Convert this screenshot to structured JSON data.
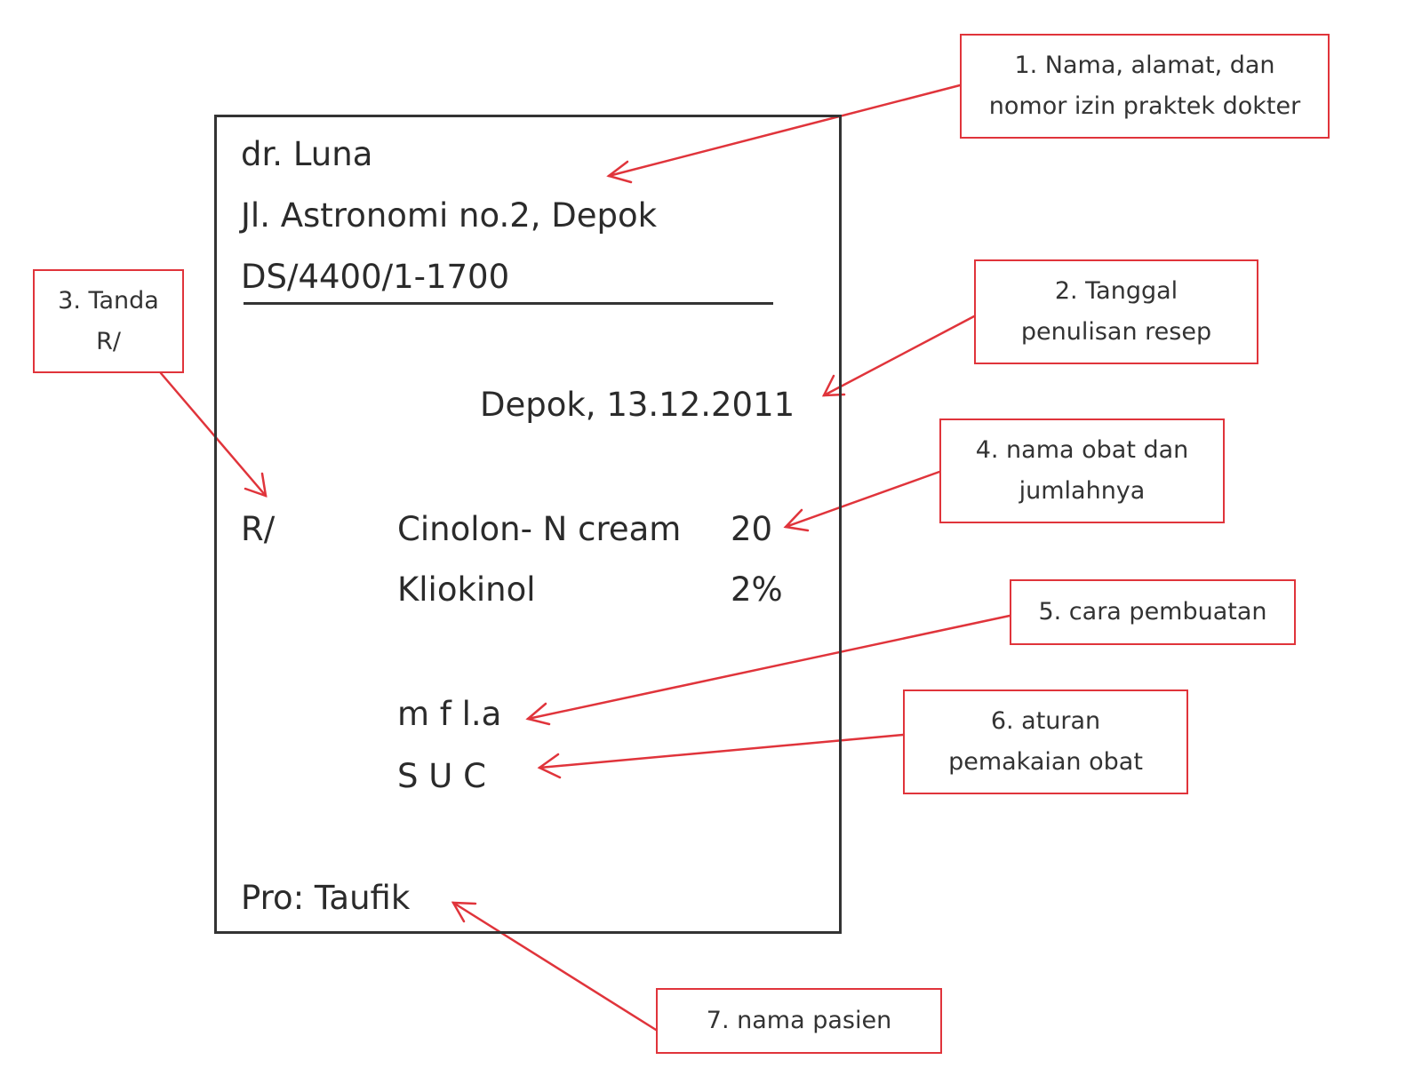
{
  "prescription": {
    "doctor_name": "dr. Luna",
    "address": "Jl. Astronomi  no.2, Depok",
    "license": "DS/4400/1-1700",
    "date_line": "Depok, 13.12.2011",
    "recipe_sign": "R/",
    "drug_1": "Cinolon-  N cream",
    "drug_1_amount": "20",
    "drug_2": "Kliokinol",
    "drug_2_amount": "2%",
    "preparation": "m f l.a",
    "usage": "S U C",
    "patient": "Pro: Taufik"
  },
  "callouts": {
    "c1": [
      "1. Nama, alamat, dan",
      "nomor izin praktek dokter"
    ],
    "c2": [
      "2. Tanggal",
      "penulisan resep"
    ],
    "c3": [
      "3. Tanda",
      "R/"
    ],
    "c4": [
      "4. nama obat dan",
      "jumlahnya"
    ],
    "c5": [
      "5. cara pembuatan"
    ],
    "c6": [
      "6. aturan",
      "pemakaian obat"
    ],
    "c7": [
      "7. nama pasien"
    ]
  },
  "colors": {
    "callout_red": "#e0343b",
    "text": "#2b2b2b",
    "border": "#333333"
  }
}
